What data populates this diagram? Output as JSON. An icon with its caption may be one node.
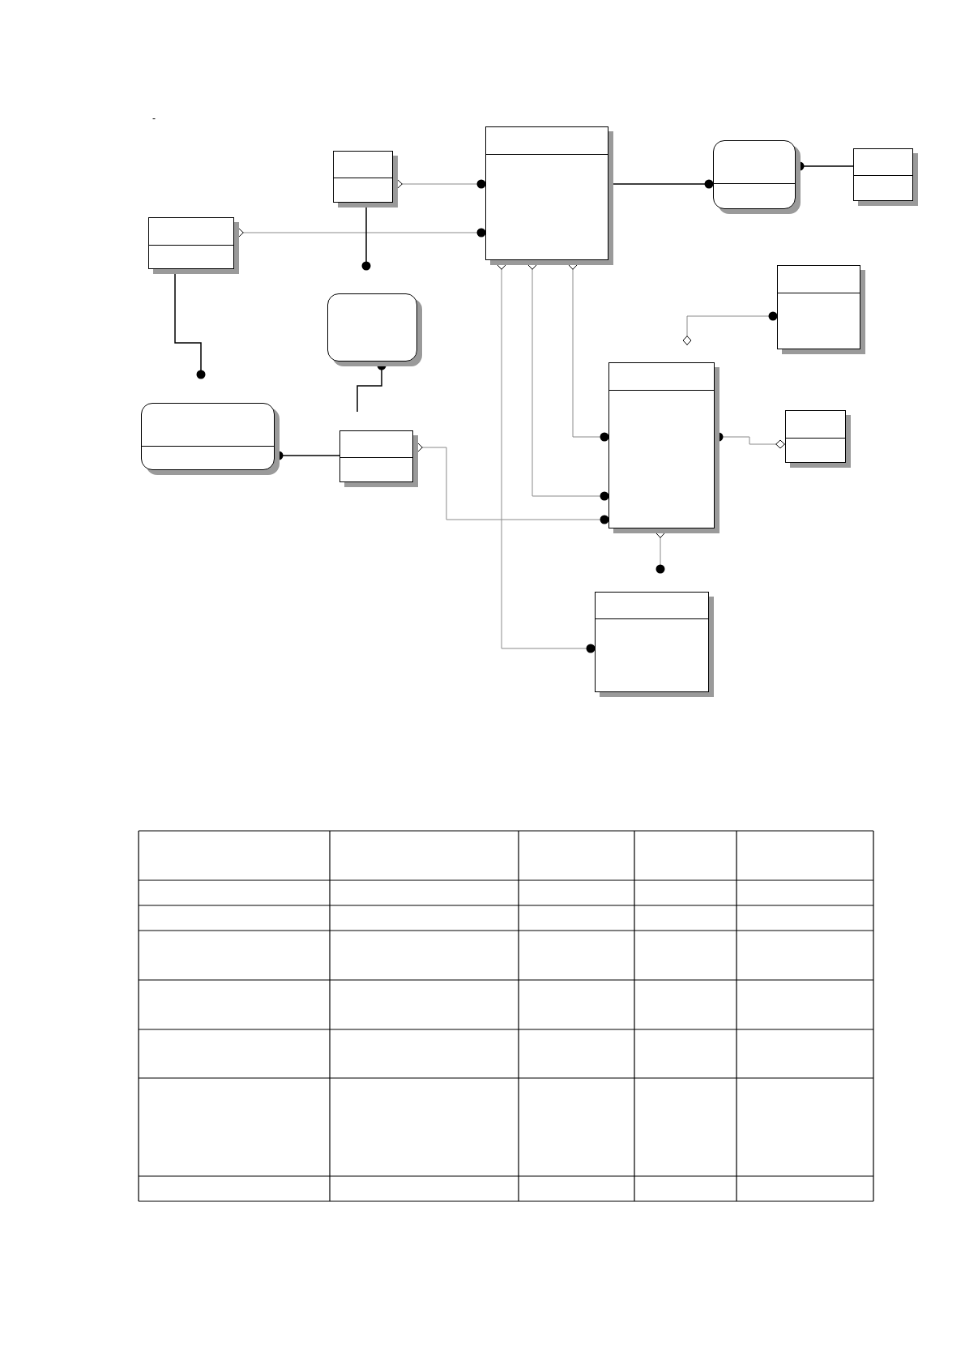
{
  "diagram": {
    "nodes": [
      {
        "text": [],
        "shape": "box"
      },
      {
        "text": [],
        "shape": "box"
      },
      {
        "text": [],
        "shape": "box"
      },
      {
        "text": [],
        "shape": "box"
      },
      {
        "text": [],
        "shape": "box"
      },
      {
        "text": [],
        "shape": "box"
      },
      {
        "text": [],
        "shape": "box"
      },
      {
        "text": [],
        "shape": "box"
      },
      {
        "text": [],
        "shape": "box"
      },
      {
        "text": [],
        "shape": "box"
      },
      {
        "text": [],
        "shape": "box"
      },
      {
        "text": [],
        "shape": "box"
      }
    ],
    "edges": [
      {
        "from": 0,
        "to": 1,
        "arrow": "other"
      },
      {
        "from": 4,
        "to": 1,
        "arrow": "other"
      },
      {
        "from": 0,
        "to": 6,
        "arrow": "other",
        "color": "#000000"
      },
      {
        "from": 4,
        "to": 8,
        "arrow": "other",
        "color": "#000000"
      },
      {
        "from": 6,
        "to": 9,
        "arrow": "other",
        "color": "#000000"
      },
      {
        "from": 8,
        "to": 9,
        "arrow": "other",
        "color": "#000000"
      },
      {
        "from": 9,
        "to": 7,
        "arrow": "other"
      },
      {
        "from": 1,
        "to": 7,
        "arrow": "other"
      },
      {
        "from": 1,
        "to": 7,
        "arrow": "other"
      },
      {
        "from": 1,
        "to": 11,
        "arrow": "other"
      },
      {
        "from": 1,
        "to": 2,
        "arrow": "other",
        "color": "#000000"
      },
      {
        "from": 2,
        "to": 3,
        "arrow": "other",
        "color": "#000000"
      },
      {
        "from": 7,
        "to": 5,
        "arrow": "other"
      },
      {
        "from": 7,
        "to": 10,
        "arrow": "other"
      },
      {
        "from": 7,
        "to": 11,
        "arrow": "other"
      }
    ],
    "labels": [
      "-"
    ]
  }
}
